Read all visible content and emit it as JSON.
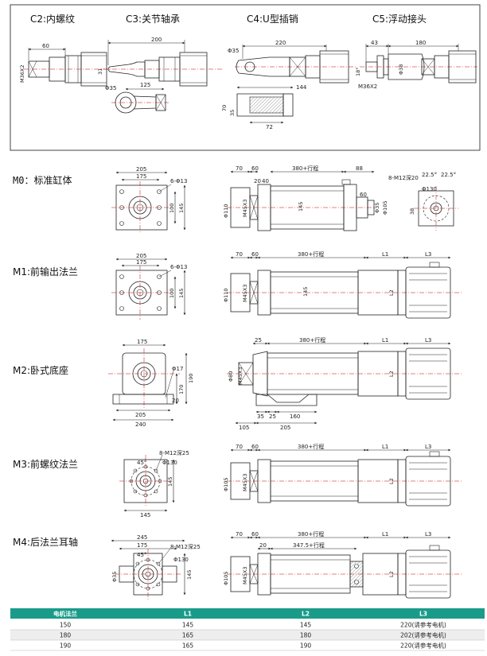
{
  "top_panel": {
    "c2": {
      "title": "C2:内螺纹",
      "dims": [
        "60",
        "M36X2"
      ]
    },
    "c3": {
      "title": "C3:关节轴承",
      "dims": [
        "200",
        "31",
        "125",
        "Φ35"
      ]
    },
    "c4": {
      "title": "C4:U型插销",
      "dims": [
        "Φ35",
        "220",
        "144",
        "70",
        "35",
        "72"
      ]
    },
    "c5": {
      "title": "C5:浮动接头",
      "dims": [
        "43",
        "180",
        "18°",
        "Φ38",
        "M36X2"
      ]
    }
  },
  "m0": {
    "label": "M0：标准缸体",
    "front_dims": [
      "205",
      "175",
      "6-Φ13",
      "100",
      "145"
    ],
    "side_dims": [
      "70",
      "60",
      "380+行程",
      "88",
      "20",
      "40",
      "60",
      "Φ110",
      "M45X3",
      "145",
      "Φ35",
      "Φ105"
    ],
    "end_dims": [
      "8-M12深20",
      "22.5°",
      "22.5°",
      "Φ130",
      "38"
    ]
  },
  "m1": {
    "label": "M1:前输出法兰",
    "front_dims": [
      "205",
      "175",
      "6-Φ13",
      "100",
      "145"
    ],
    "side_dims": [
      "70",
      "60",
      "380+行程",
      "L1",
      "L3",
      "Φ110",
      "M45X3",
      "145",
      "L2"
    ]
  },
  "m2": {
    "label": "M2:卧式底座",
    "front_dims": [
      "175",
      "Φ17",
      "170",
      "190",
      "205",
      "240",
      "20"
    ],
    "side_dims": [
      "25",
      "380+行程",
      "L1",
      "L3",
      "Φ80",
      "M45X3",
      "L2",
      "35",
      "25",
      "160",
      "105",
      "205"
    ]
  },
  "m3": {
    "label": "M3:前螺纹法兰",
    "front_dims": [
      "8-M12深25",
      "45°",
      "Φ130",
      "145",
      "145"
    ],
    "side_dims": [
      "70",
      "60",
      "380+行程",
      "L1",
      "L3",
      "Φ105",
      "M45X3",
      "L2"
    ]
  },
  "m4": {
    "label": "M4:后法兰耳轴",
    "front_dims": [
      "245",
      "175",
      "8-M12深25",
      "45°",
      "Φ130",
      "Φ35",
      "145"
    ],
    "side_dims": [
      "70",
      "60",
      "380+行程",
      "20",
      "347.5+行程",
      "L1",
      "L3",
      "Φ105",
      "M45X3",
      "L2"
    ]
  },
  "table": {
    "headers": [
      "电机法兰",
      "L1",
      "L2",
      "L3"
    ],
    "rows": [
      [
        "150",
        "145",
        "145",
        "220(请参考电机)"
      ],
      [
        "180",
        "165",
        "180",
        "202(请参考电机)"
      ],
      [
        "190",
        "165",
        "190",
        "220(请参考电机)"
      ]
    ],
    "header_color": "#1a9b8a"
  }
}
